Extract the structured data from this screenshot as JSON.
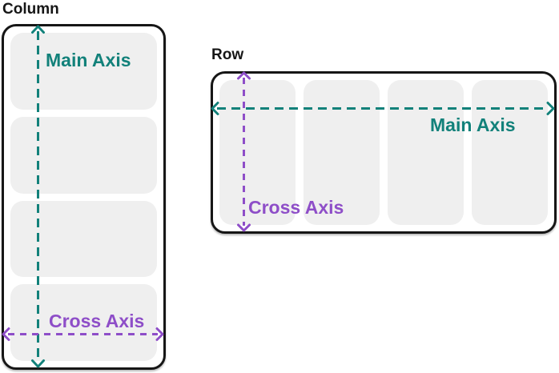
{
  "colors": {
    "main-axis": "#12817A",
    "cross-axis": "#8E4EC8",
    "box-fill": "#EFEFEF",
    "outline": "#161616"
  },
  "column": {
    "title": "Column",
    "main_axis_label": "Main Axis",
    "cross_axis_label": "Cross Axis",
    "item_count": 4
  },
  "row": {
    "title": "Row",
    "main_axis_label": "Main Axis",
    "cross_axis_label": "Cross Axis",
    "item_count": 4
  }
}
